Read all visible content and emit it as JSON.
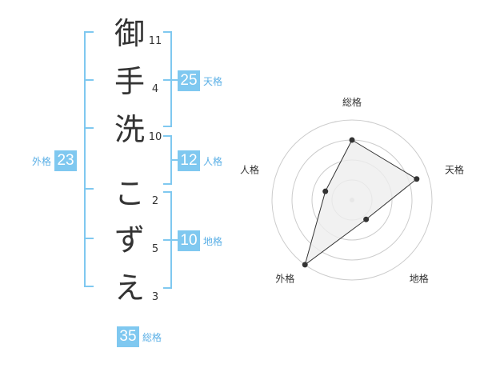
{
  "name_chars": [
    {
      "char": "御",
      "strokes": "11"
    },
    {
      "char": "手",
      "strokes": "4"
    },
    {
      "char": "洗",
      "strokes": "10"
    },
    {
      "char": "こ",
      "strokes": "2"
    },
    {
      "char": "ず",
      "strokes": "5"
    },
    {
      "char": "え",
      "strokes": "3"
    }
  ],
  "kaku": {
    "tenkaku": {
      "value": "25",
      "label": "天格"
    },
    "jinkaku": {
      "value": "12",
      "label": "人格"
    },
    "chikaku": {
      "value": "10",
      "label": "地格"
    },
    "gaikaku": {
      "value": "23",
      "label": "外格"
    },
    "soukaku": {
      "value": "35",
      "label": "総格"
    }
  },
  "chart_data": {
    "type": "radar",
    "axes": [
      "総格",
      "天格",
      "地格",
      "外格",
      "人格"
    ],
    "rings": 4,
    "values": [
      0.75,
      0.85,
      0.3,
      1.0,
      0.35
    ],
    "colors": {
      "fill": "#eeeeee",
      "stroke": "#333333",
      "grid": "#cccccc",
      "point": "#333333"
    }
  },
  "colors": {
    "accent": "#7fc8f0",
    "bracket": "#7fc8f0",
    "label": "#5aafe6"
  }
}
